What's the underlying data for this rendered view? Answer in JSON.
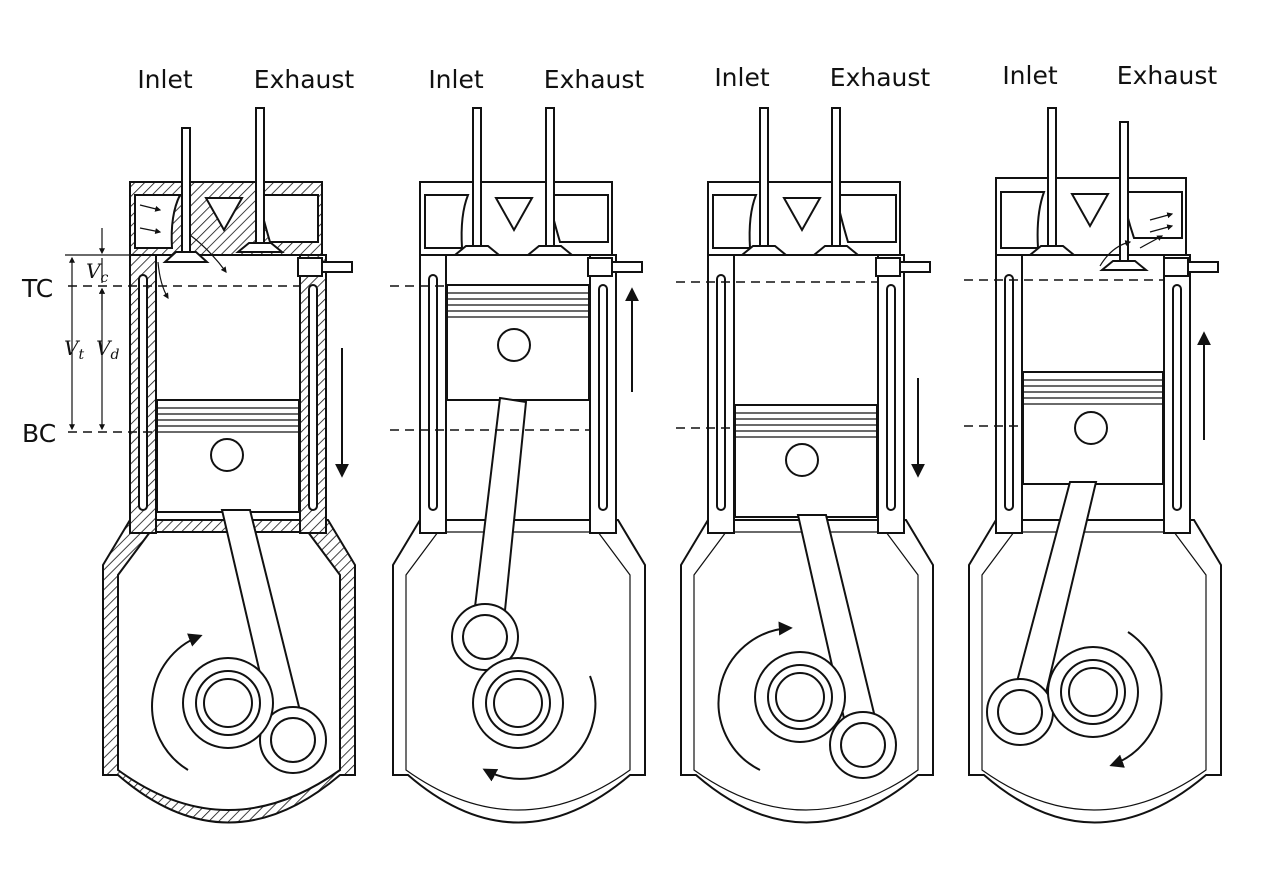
{
  "panels": [
    {
      "inlet_label": "Inlet",
      "exhaust_label": "Exhaust"
    },
    {
      "inlet_label": "Inlet",
      "exhaust_label": "Exhaust"
    },
    {
      "inlet_label": "Inlet",
      "exhaust_label": "Exhaust"
    },
    {
      "inlet_label": "Inlet",
      "exhaust_label": "Exhaust"
    }
  ],
  "dimension_labels": {
    "tc": "TC",
    "bc": "BC",
    "vc": "V",
    "vc_sub": "c",
    "vt": "V",
    "vt_sub": "t",
    "vd": "V",
    "vd_sub": "d"
  }
}
